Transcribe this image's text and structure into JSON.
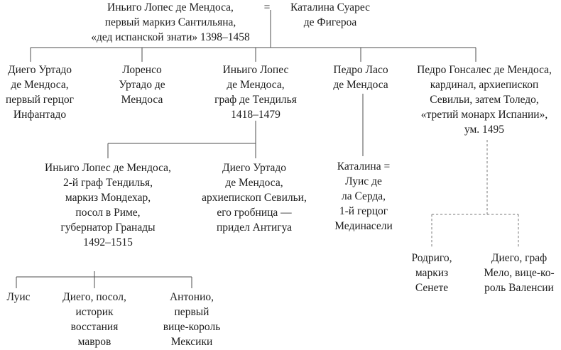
{
  "diagram": {
    "type": "family-tree",
    "language": "ru",
    "line_color": "#4d4d4d",
    "dashed_line_color": "#7a7a7a",
    "text_color": "#1c1c1c",
    "generation1": {
      "santillana": "Иньиго Лопес де Мендоса,\nпервый маркиз Сантильяна,\n«дед испанской знати» 1398–1458",
      "marriage_sign": "=",
      "catalina_suarez": "Каталина Суарес\nде Фигероа"
    },
    "generation2": {
      "diego_hurtado": "Диего Уртадо\nде Мендоса,\nпервый герцог\nИнфантадо",
      "lorenzo": "Лоренсо\nУртадо де\nМендоса",
      "inigo_tendilla": "Иньиго Лопес\nде Мендоса,\nграф де Тендилья\n1418–1479",
      "pedro_laso": "Педро Ласо\nде Мендоса",
      "pedro_gonzalez": "Педро Гонсалес де Мендоса,\nкардинал, архиепископ\nСевильи, затем Толедо,\n«третий монарх Испании»,\nум. 1495"
    },
    "generation3": {
      "inigo_2nd_tendilla": "Иньиго Лопес де Мендоса,\n2-й граф Тендилья,\nмаркиз Мондехар,\nпосол в Риме,\nгубернатор Гранады\n1492–1515",
      "diego_archbishop": "Диего Уртадо\nде Мендоса,\nархиепископ Севильи,\nего гробница —\nпридел Антигуа",
      "catalina_cerda": "Каталина =\nЛуис де\nла Серда,\n1-й герцог\nМединасели",
      "rodrigo": "Родриго,\nмаркиз\nСенете",
      "diego_melo": "Диего, граф\nМело, вице-ко-\nроль Валенсии"
    },
    "generation4": {
      "luis": "Луис",
      "diego_ambassador": "Диего, посол,\nисторик\nвосстания\nмавров",
      "antonio": "Антонио,\nпервый\nвице-король\nМексики"
    }
  }
}
